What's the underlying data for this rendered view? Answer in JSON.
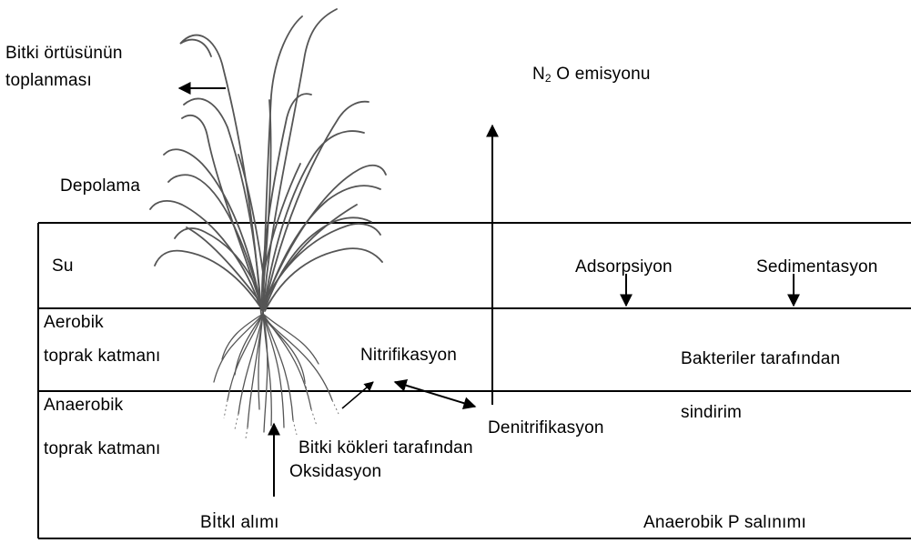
{
  "diagram": {
    "labels": {
      "harvest_line1": "Bitki   örtüsünün",
      "harvest_line2": "toplanması",
      "storage": "Depolama",
      "n2o_n": "N",
      "n2o_sub": "2",
      "n2o_rest": "O emisyonu",
      "water": "Su",
      "adsorption": "Adsorpsiyon",
      "sedimentation": "Sedimentasyon",
      "aerobic_line1": "Aerobik",
      "aerobic_line2": "toprak katmanı",
      "nitrification": "Nitrifikasyon",
      "bacteria_line1": "Bakteriler tarafından",
      "bacteria_line2": "sindirim",
      "anaerobic_line1": "Anaerobik",
      "anaerobic_line2": "toprak katmanı",
      "denitrification": "Denitrifikasyon",
      "root_oxidation_line1": "Bitki kökleri tarafından",
      "root_oxidation_line2": "Oksidasyon",
      "plant_uptake": "BİtkI alımı",
      "p_release": "Anaerobik P salınımı"
    },
    "colors": {
      "line": "#000000",
      "plant": "#555555",
      "background": "#ffffff"
    }
  }
}
